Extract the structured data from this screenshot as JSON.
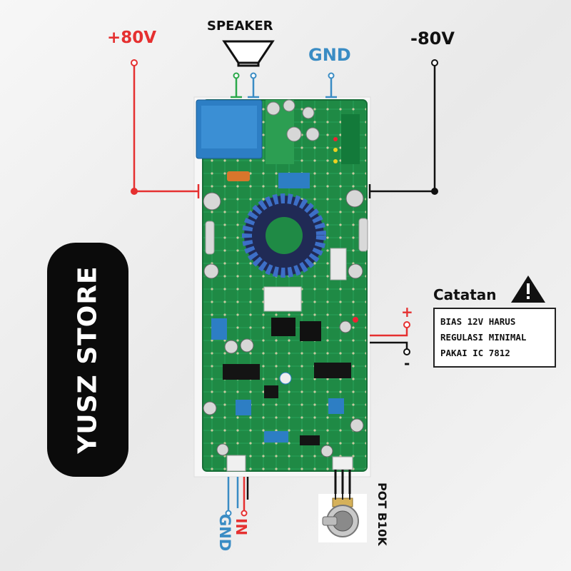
{
  "labels": {
    "plus80": "+80V",
    "speaker": "SPEAKER",
    "gnd_top": "GND",
    "minus80": "-80V",
    "bias_plus": "+",
    "bias_minus": "-",
    "gnd_bottom": "GND",
    "in": "IN",
    "pot": "POT B10K"
  },
  "store": {
    "name": "YUSZ STORE"
  },
  "note": {
    "title": "Catatan",
    "lines": [
      "BIAS 12V HARUS",
      "REGULASI MINIMAL",
      "PAKAI IC 7812"
    ]
  },
  "colors": {
    "positive": "#e53030",
    "ground": "#3a8cc4",
    "negative": "#111111",
    "signal": "#2aa84a",
    "pcb": "#1f8a45"
  },
  "icons": [
    "speaker-icon",
    "warning-icon",
    "potentiometer-icon"
  ]
}
